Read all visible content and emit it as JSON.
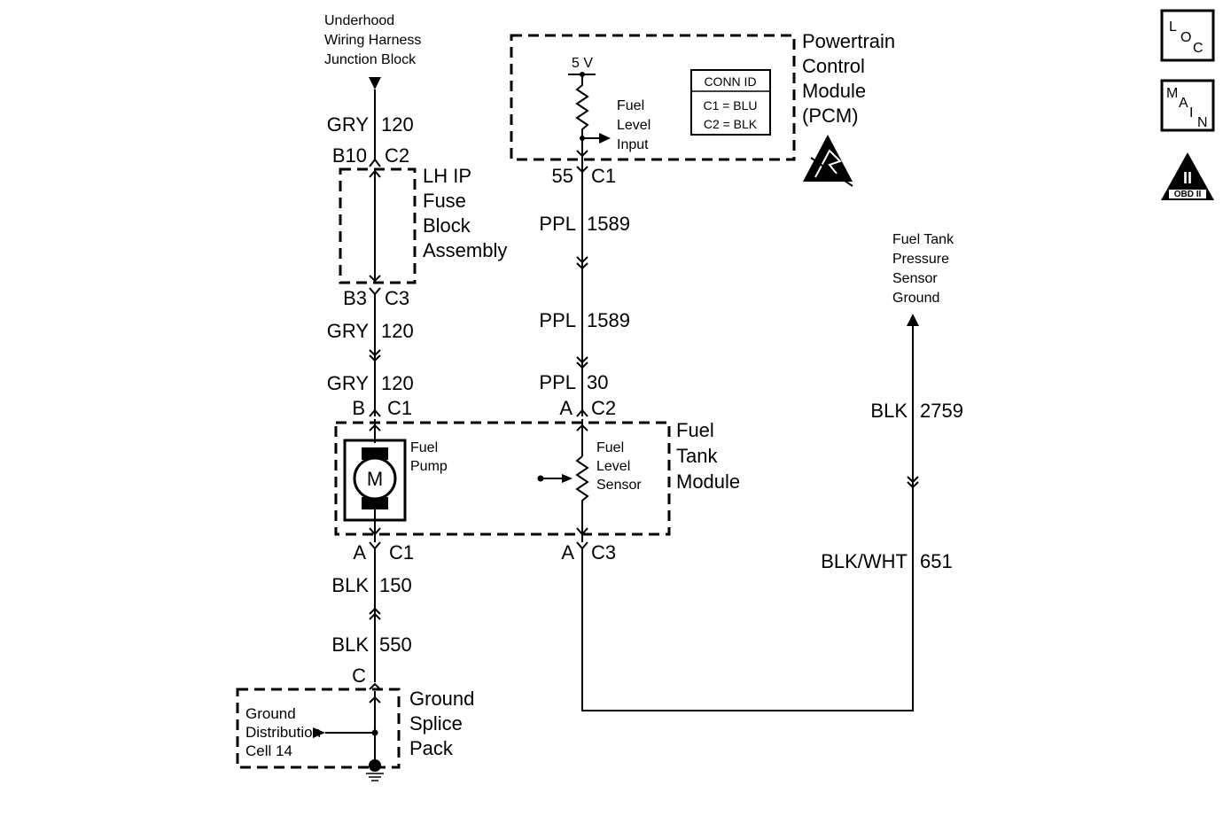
{
  "top_left_label": [
    "Underhood",
    "Wiring Harness",
    "Junction Block"
  ],
  "pcm": {
    "title": [
      "Powertrain",
      "Control",
      "Module",
      "(PCM)"
    ],
    "voltage": "5 V",
    "input_label": [
      "Fuel",
      "Level",
      "Input"
    ],
    "conn_id": {
      "header": "CONN ID",
      "c1": "C1 = BLU",
      "c2": "C2 = BLK"
    }
  },
  "fuse_block": {
    "title": [
      "LH IP",
      "Fuse",
      "Block",
      "Assembly"
    ]
  },
  "fuel_tank_module": {
    "title": [
      "Fuel",
      "Tank",
      "Module"
    ],
    "pump_label": [
      "Fuel",
      "Pump"
    ],
    "motor_symbol": "M",
    "sensor_label": [
      "Fuel",
      "Level",
      "Sensor"
    ]
  },
  "ground_splice": {
    "title": [
      "Ground",
      "Splice",
      "Pack"
    ],
    "inner_label": [
      "Ground",
      "Distribution",
      "Cell 14"
    ]
  },
  "pressure_sensor_label": [
    "Fuel Tank",
    "Pressure",
    "Sensor",
    "Ground"
  ],
  "pins": {
    "b10": "B10",
    "c2_fuse": "C2",
    "b3": "B3",
    "c3_fuse": "C3",
    "b_pump": "B",
    "c1_pump_top": "C1",
    "a_pump": "A",
    "c1_pump_bot": "C1",
    "pin55": "55",
    "c1_pcm": "C1",
    "a_sensor_top": "A",
    "c2_sensor": "C2",
    "a_sensor_bot": "A",
    "c3_sensor": "C3",
    "c_ground": "C"
  },
  "wires": {
    "w1": {
      "color": "GRY",
      "circuit": "120"
    },
    "w2": {
      "color": "GRY",
      "circuit": "120"
    },
    "w3": {
      "color": "GRY",
      "circuit": "120"
    },
    "w4": {
      "color": "BLK",
      "circuit": "150"
    },
    "w5": {
      "color": "BLK",
      "circuit": "550"
    },
    "w6": {
      "color": "PPL",
      "circuit": "1589"
    },
    "w7": {
      "color": "PPL",
      "circuit": "1589"
    },
    "w8": {
      "color": "PPL",
      "circuit": "30"
    },
    "w9": {
      "color": "BLK",
      "circuit": "2759"
    },
    "w10": {
      "color": "BLK/WHT",
      "circuit": "651"
    }
  },
  "icons": {
    "loc": {
      "letters": [
        "L",
        "O",
        "C"
      ]
    },
    "main": {
      "letters": [
        "M",
        "A",
        "I",
        "N"
      ]
    },
    "obd": {
      "numeral": "II",
      "caption": "OBD II"
    }
  }
}
